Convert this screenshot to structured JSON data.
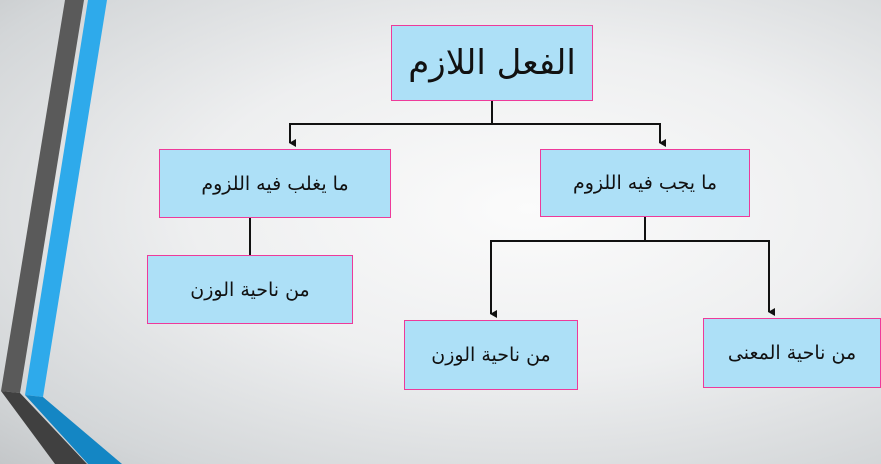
{
  "root": {
    "label": "الفعل اللازم"
  },
  "level1": [
    {
      "label": "ما يجب فيه اللزوم"
    },
    {
      "label": "ما يغلب فيه اللزوم"
    }
  ],
  "level2": [
    {
      "label": "من ناحية المعنى"
    },
    {
      "label": "من ناحية الوزن"
    },
    {
      "label": "من ناحية الوزن"
    }
  ],
  "colors": {
    "box_fill": "#ade0f7",
    "box_border": "#ee3a9a",
    "stripe_gray": "#5a5a5a",
    "stripe_blue": "#2eaaeb"
  }
}
